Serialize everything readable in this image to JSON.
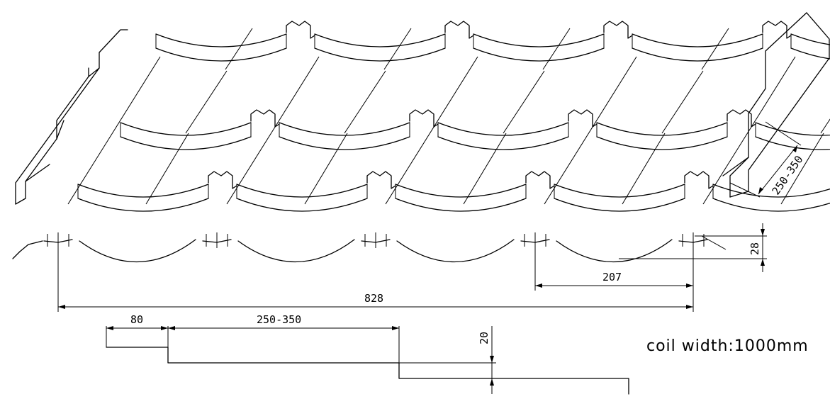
{
  "dimensions": {
    "tile_length": "250-350",
    "step_height": "28",
    "pitch": "207",
    "effective_width": "828",
    "lap": "80",
    "step_length": "250-350",
    "step_drop": "20"
  },
  "note": "coil width:1000mm"
}
